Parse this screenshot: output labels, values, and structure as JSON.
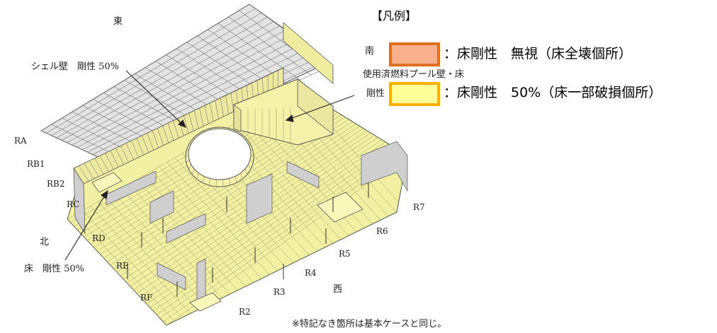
{
  "directions": {
    "east": "東",
    "south": "南",
    "north": "北",
    "west": "西"
  },
  "callouts": {
    "shell_wall": "シェル壁　剛性 50%",
    "pool_wall_line1": "使用済燃料プール壁・床",
    "pool_wall_line2": "剛性",
    "floor": "床　剛性 50%"
  },
  "grid_rows": [
    "RA",
    "RB1",
    "RB2",
    "RC",
    "RD",
    "RE",
    "RF"
  ],
  "grid_cols": [
    "R7",
    "R6",
    "R5",
    "R4",
    "R3",
    "R2"
  ],
  "legend": {
    "title": "【凡例】",
    "items": [
      {
        "text": "：床剛性　無視（床全壊個所）",
        "fill": "#F8B08C",
        "border": "#E07020"
      },
      {
        "text": "：床剛性　50%（床一部破損個所）",
        "fill": "#FFFF99",
        "border": "#FFB000"
      }
    ]
  },
  "note": "※特記なき箇所は基本ケースと同じ。",
  "colors": {
    "floor_yellow": "#F2F0A2",
    "wall_yellow": "#F4F0A8",
    "roof_gray": "#E2E2E2",
    "line": "#555555"
  }
}
